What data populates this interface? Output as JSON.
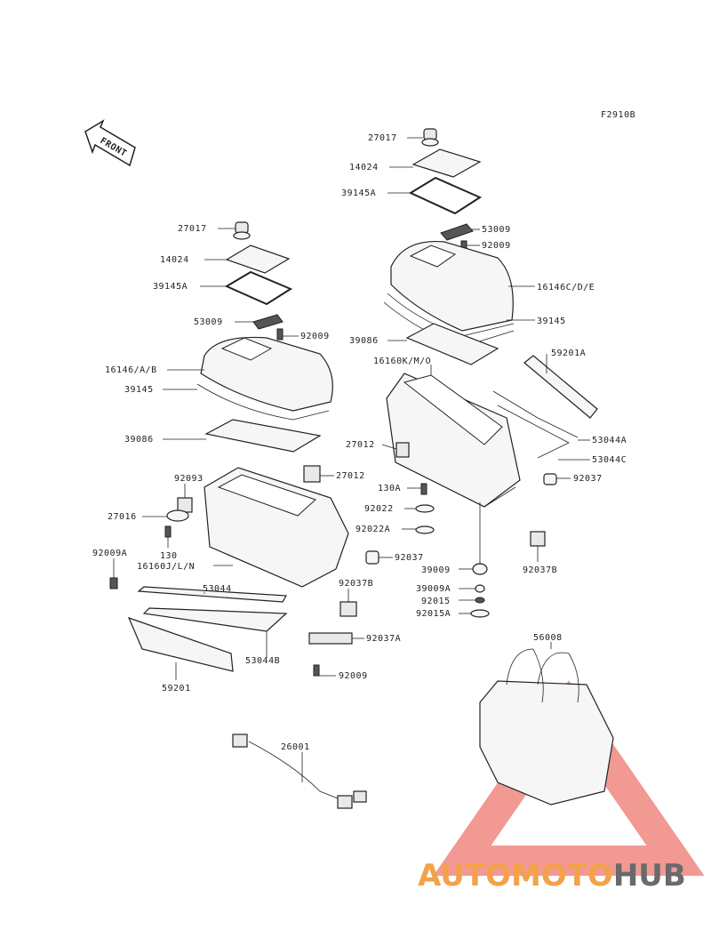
{
  "figure_code": "F2910B",
  "front_label": "FRONT",
  "watermark": {
    "part1": "AUTOMOTO",
    "part2": "HUB",
    "color1": "#f3a24a",
    "color2": "#6a6a6a",
    "triangle_color": "#e8453c"
  },
  "callouts": {
    "c27017_r": "27017",
    "c14024_r": "14024",
    "c39145A_r": "39145A",
    "c53009_r": "53009",
    "c92009_r": "92009",
    "c16146CDE": "16146C/D/E",
    "c39145_r": "39145",
    "c39086_r": "39086",
    "c16160KMO": "16160K/M/O",
    "c59201A": "59201A",
    "c27012_r": "27012",
    "c53044A": "53044A",
    "c53044C": "53044C",
    "c92037_r": "92037",
    "c130A": "130A",
    "c92022": "92022",
    "c92022A": "92022A",
    "c39009": "39009",
    "c39009A": "39009A",
    "c92015": "92015",
    "c92015A": "92015A",
    "c92037B_r": "92037B",
    "c27017_l": "27017",
    "c14024_l": "14024",
    "c39145A_l": "39145A",
    "c53009_l": "53009",
    "c92009_l": "92009",
    "c16146AB": "16146/A/B",
    "c39145_l": "39145",
    "c39086_l": "39086",
    "c27012_l": "27012",
    "c92093": "92093",
    "c27016": "27016",
    "c130": "130",
    "c92009A": "92009A",
    "c16160JLN": "16160J/L/N",
    "c92037_l": "92037",
    "c53044": "53044",
    "c92037B_l": "92037B",
    "c53044B": "53044B",
    "c92037A": "92037A",
    "c59201": "59201",
    "c92009_b": "92009",
    "c56008": "56008",
    "c26001": "26001"
  }
}
